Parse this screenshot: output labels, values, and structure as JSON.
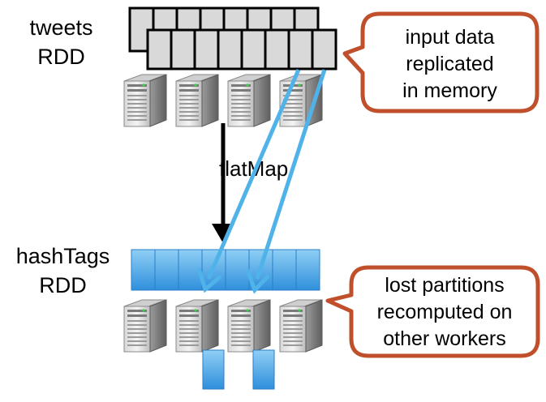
{
  "rdd_top": {
    "line1": "tweets",
    "line2": "RDD"
  },
  "rdd_bottom": {
    "line1": "hashTags",
    "line2": "RDD"
  },
  "operation": "flatMap",
  "callout_top": {
    "line1": "input data",
    "line2": "replicated",
    "line3": "in memory"
  },
  "callout_bottom": {
    "line1": "lost partitions",
    "line2": "recomputed on",
    "line3": "other workers"
  },
  "colors": {
    "callout_border": "#c0502c",
    "arrow_blue": "#4fb3ea",
    "partition_blue": "#3c9be3",
    "partition_gray": "#d9d9d9"
  }
}
